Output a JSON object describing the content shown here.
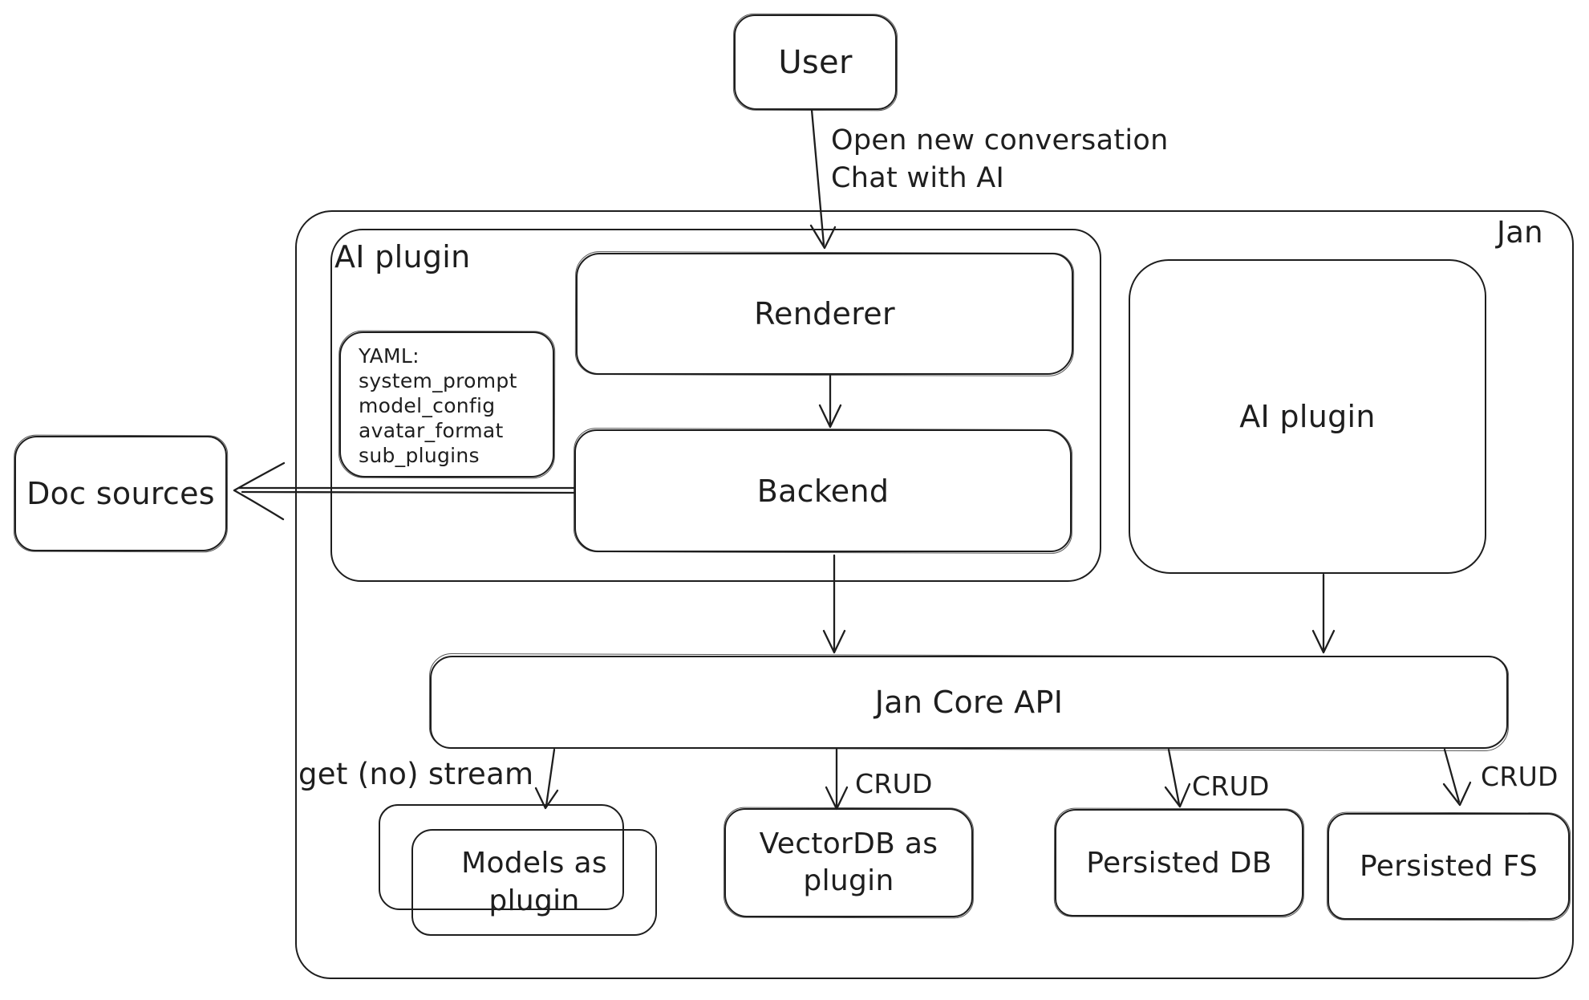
{
  "colors": {
    "stroke": "#1e1e1e",
    "background": "#ffffff"
  },
  "diagram": {
    "user": {
      "label": "User"
    },
    "user_edge": {
      "line1": "Open new conversation",
      "line2": "Chat with AI"
    },
    "jan": {
      "label": "Jan"
    },
    "ai_plugin_group": {
      "label": "AI plugin"
    },
    "yaml_note": {
      "lines": [
        "YAML:",
        "system_prompt",
        "model_config",
        "avatar_format",
        "sub_plugins"
      ]
    },
    "renderer": {
      "label": "Renderer"
    },
    "backend": {
      "label": "Backend"
    },
    "ai_plugin_node": {
      "label": "AI plugin"
    },
    "doc_sources": {
      "label": "Doc sources"
    },
    "jan_core_api": {
      "label": "Jan Core API"
    },
    "models_node": {
      "label": "Models as plugin"
    },
    "vectordb_node": {
      "label": "VectorDB as plugin"
    },
    "persisted_db": {
      "label": "Persisted DB"
    },
    "persisted_fs": {
      "label": "Persisted FS"
    },
    "edge_labels": {
      "get_stream": "get (no) stream",
      "crud_vectordb": "CRUD",
      "crud_persisted_db": "CRUD",
      "crud_persisted_fs": "CRUD"
    }
  }
}
